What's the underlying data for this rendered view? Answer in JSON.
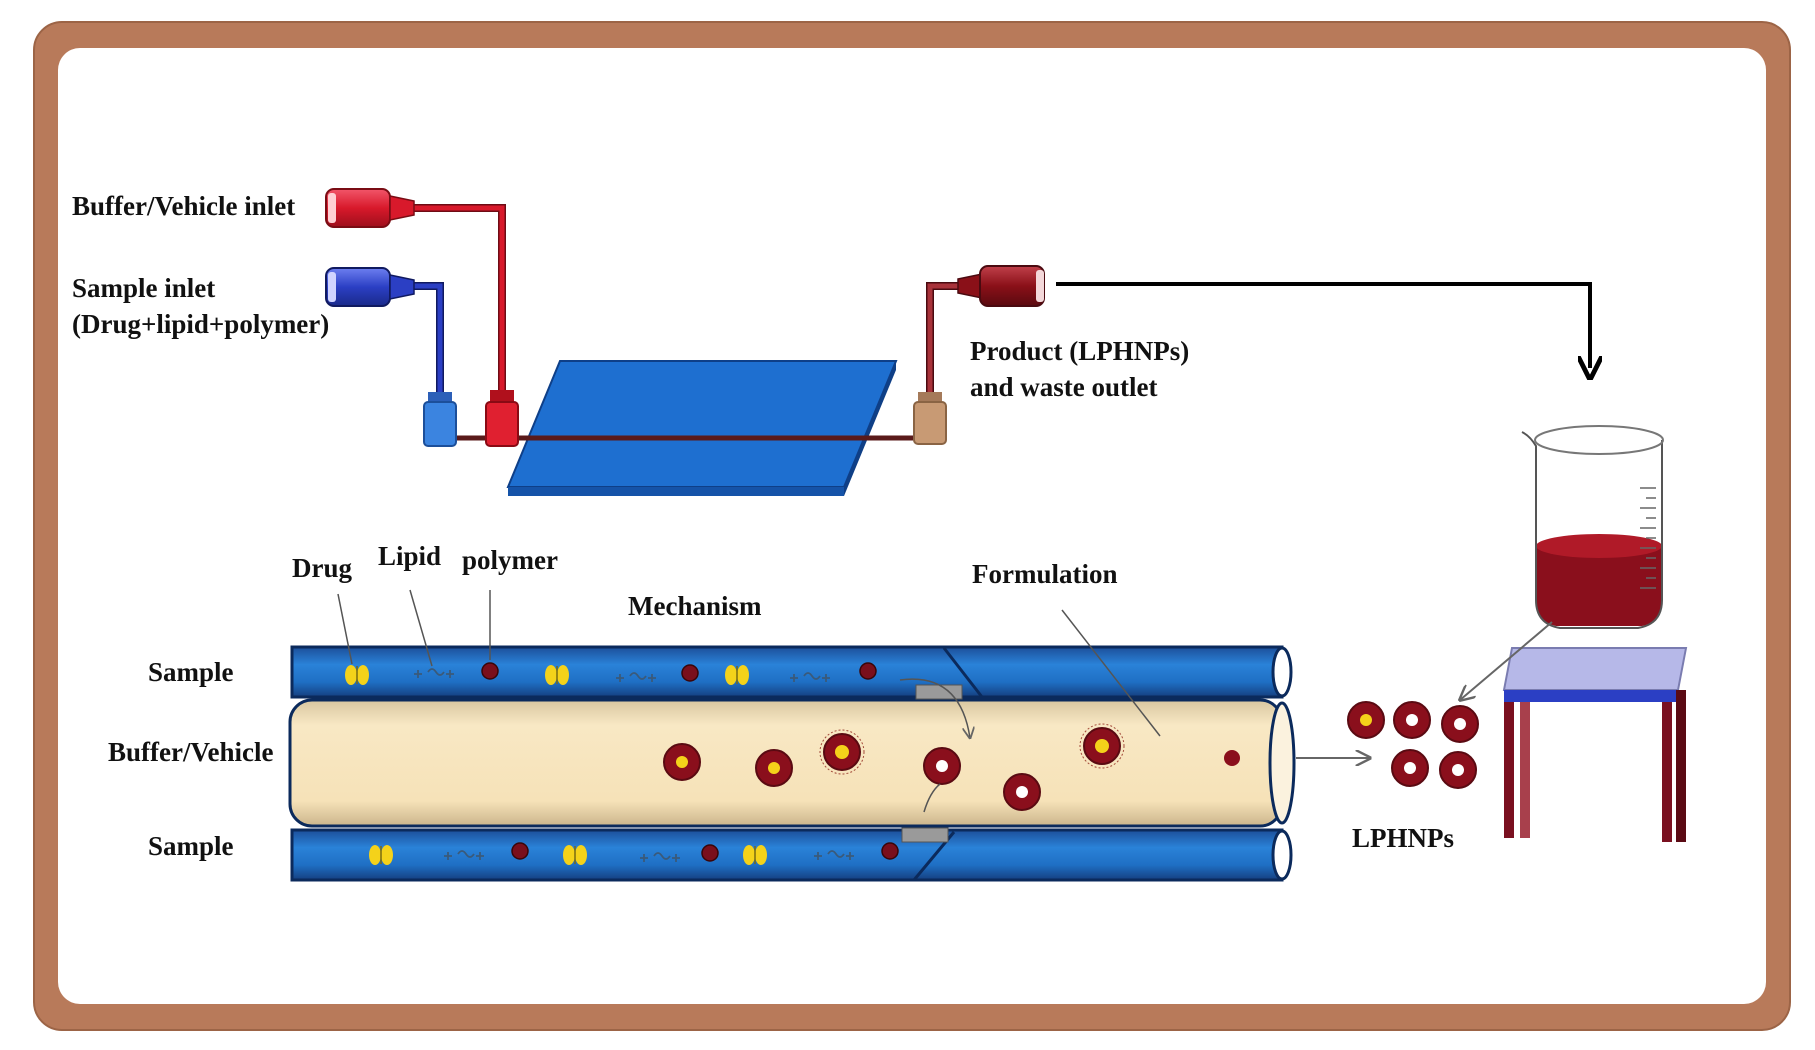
{
  "colors": {
    "frame": "#b87a5a",
    "chip": "#1e6fd0",
    "channel_blue": "#1f6fc4",
    "channel_cream": "#f6e2b8",
    "red_tube": "#d8192b",
    "blue_tube": "#2b3fc4",
    "product_tube": "#8a1018",
    "beaker_fluid": "#8a0f1c",
    "nanoparticle": "#8a0f1c",
    "drug_yellow": "#f4d21a",
    "table_top": "#b6b8e8",
    "table_legs": "#7a1020"
  },
  "labels": {
    "buffer_inlet": "Buffer/Vehicle inlet",
    "sample_inlet_1": "Sample inlet",
    "sample_inlet_2": "(Drug+lipid+polymer)",
    "product_1": "Product  (LPHNPs)",
    "product_2": "and waste outlet",
    "drug": "Drug",
    "lipid": "Lipid",
    "polymer": "polymer",
    "mechanism": "Mechanism",
    "formulation": "Formulation",
    "sample_top": "Sample",
    "buffer_vehicle": "Buffer/Vehicle",
    "sample_bottom": "Sample",
    "lphnps": "LPHNPs"
  },
  "icons": {
    "chip": "microfluidic-chip-icon",
    "beaker": "beaker-icon",
    "table": "table-icon",
    "arrow": "arrow-down-icon"
  }
}
